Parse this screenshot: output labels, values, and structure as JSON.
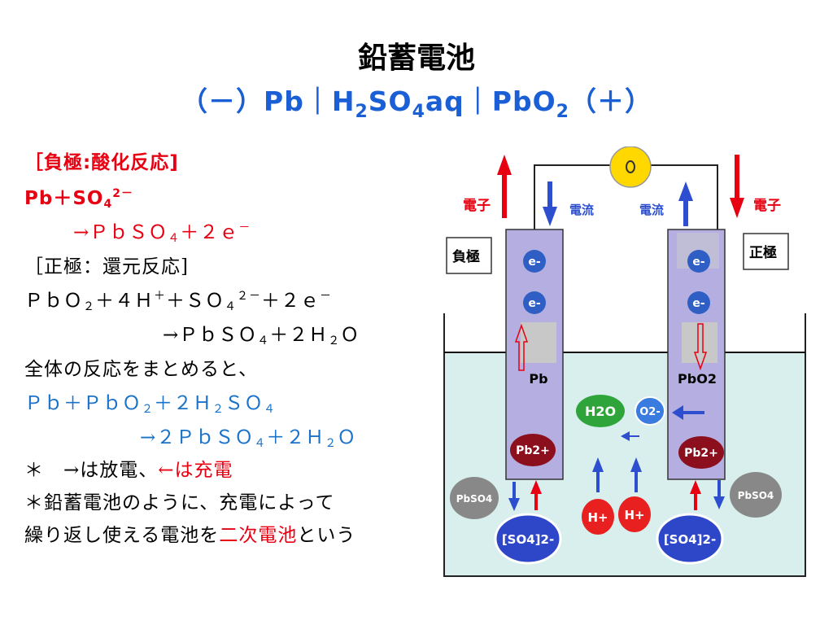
{
  "title": "鉛蓄電池",
  "subtitle": {
    "p1": "（－）Pb｜H",
    "s1": "2",
    "p2": "SO",
    "s2": "4",
    "p3": "aq｜PbO",
    "s3": "2",
    "p4": "（＋）"
  },
  "text": {
    "neg_heading": "［負極:酸化反応]",
    "neg_eq_a": "Pb＋SO",
    "neg_eq_sub": "4",
    "neg_eq_sup": "2－",
    "neg_prod_a": "→ＰｂＳＯ",
    "neg_prod_sub": "４",
    "neg_prod_b": "＋２ｅ",
    "neg_prod_sup": "－",
    "pos_heading": "［正極：還元反応]",
    "pos_eq": [
      "ＰｂＯ",
      "２",
      "＋４Ｈ",
      "＋",
      "＋ＳＯ",
      "４",
      "２－",
      "＋２ｅ",
      "－"
    ],
    "pos_prod": [
      "→ＰｂＳＯ",
      "４",
      "＋２Ｈ",
      "２",
      "Ｏ"
    ],
    "overall_intro": "全体の反応をまとめると、",
    "overall_eq": [
      "Ｐｂ＋ＰｂＯ",
      "２",
      "＋２Ｈ",
      "２",
      "ＳＯ",
      "４"
    ],
    "overall_prod": [
      "→２ＰｂＳＯ",
      "４",
      "＋２Ｈ",
      "２",
      "Ｏ"
    ],
    "note1_a": "＊　→は放電、",
    "note1_b": "←は充電",
    "note2": "＊鉛蓄電池のように、充電によって",
    "note3_a": "繰り返し使える電池を",
    "note3_b": "二次電池",
    "note3_c": "という"
  },
  "diagram": {
    "electron_left": "電子",
    "electron_right": "電子",
    "current_left": "電流",
    "current_right": "電流",
    "neg_label": "負極",
    "pos_label": "正極",
    "electrode_left": "Pb",
    "electrode_right": "PbO2",
    "e_minus": "e-",
    "h2o": "H2O",
    "o2": "O2-",
    "pb2": "Pb2+",
    "pbso4": "PbSO4",
    "hplus": "H+",
    "so4": "[SO4]2-",
    "colors": {
      "red_arrow": "#e60012",
      "blue_arrow": "#2d4fcf",
      "electrode": "#b4afe0",
      "solution": "#d8efed",
      "pb2": "#8b0f1d",
      "pbso4": "#888888",
      "hplus": "#e82020",
      "so4": "#2e47c8",
      "h2o": "#2fa43a",
      "bulb": "#ffd800"
    }
  }
}
